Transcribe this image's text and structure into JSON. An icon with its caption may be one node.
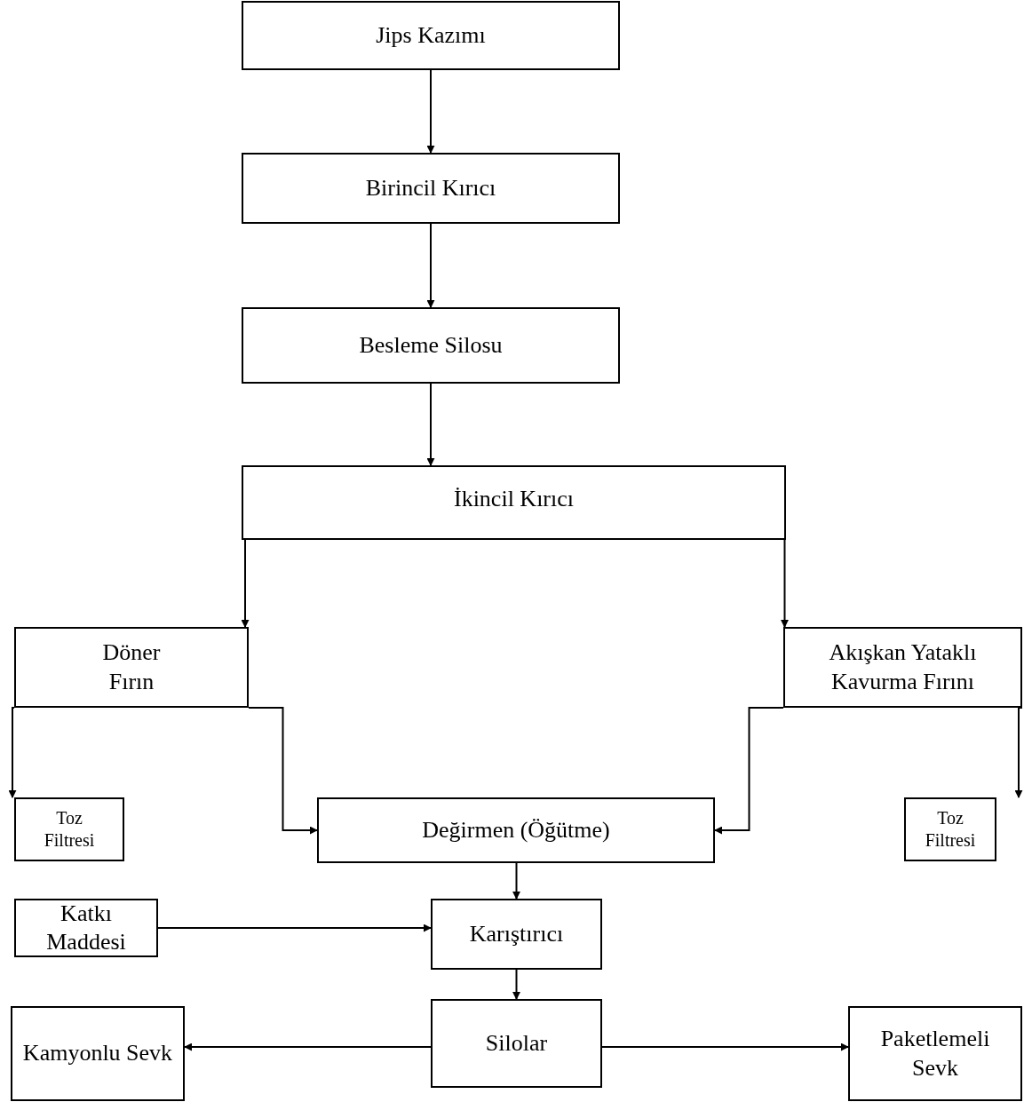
{
  "diagram": {
    "nodes": [
      {
        "text": [
          "Jips  Kazımı"
        ]
      },
      {
        "text": [
          "Birincil Kırıcı"
        ]
      },
      {
        "text": [
          "Besleme Silosu"
        ]
      },
      {
        "text": [
          "İkincil Kırıcı"
        ]
      },
      {
        "text": [
          "Döner Fırın"
        ]
      },
      {
        "text": [
          "Akışkan Yataklı Kavurma Fırını"
        ]
      },
      {
        "text": [
          "Toz Filtresi"
        ]
      },
      {
        "text": [
          "Değirmen (Öğütme)"
        ]
      },
      {
        "text": [
          "Toz Filtresi"
        ]
      },
      {
        "text": [
          "Katkı Maddesi"
        ]
      },
      {
        "text": [
          "Karıştırıcı"
        ]
      },
      {
        "text": [
          "Kamyonlu Sevk"
        ]
      },
      {
        "text": [
          "Silolar"
        ]
      },
      {
        "text": [
          "Paketlemeli Sevk"
        ]
      }
    ],
    "edges": [
      {
        "from": 0,
        "to": 1,
        "arrow": "to"
      },
      {
        "from": 1,
        "to": 2,
        "arrow": "to"
      },
      {
        "from": 2,
        "to": 3,
        "arrow": "to"
      },
      {
        "from": 3,
        "to": 4,
        "arrow": "to"
      },
      {
        "from": 3,
        "to": 5,
        "arrow": "to"
      },
      {
        "from": 4,
        "to": 6,
        "arrow": "to"
      },
      {
        "from": 4,
        "to": 7,
        "arrow": "to"
      },
      {
        "from": 5,
        "to": 7,
        "arrow": "to"
      },
      {
        "from": 5,
        "to": 8,
        "arrow": "to"
      },
      {
        "from": 7,
        "to": 10,
        "arrow": "to"
      },
      {
        "from": 9,
        "to": 10,
        "arrow": "to"
      },
      {
        "from": 10,
        "to": 12,
        "arrow": "to"
      },
      {
        "from": 12,
        "to": 11,
        "arrow": "to"
      },
      {
        "from": 12,
        "to": 13,
        "arrow": "to"
      }
    ]
  }
}
